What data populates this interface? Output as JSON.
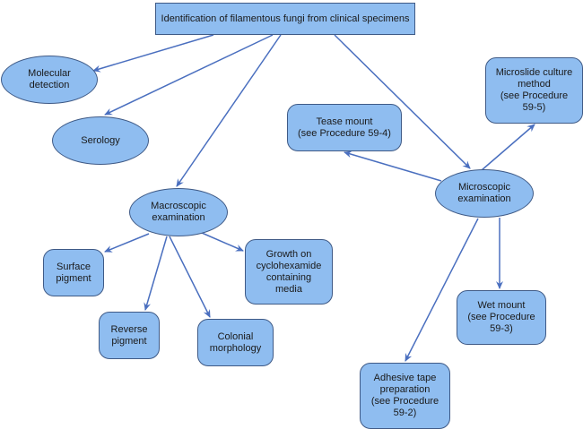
{
  "diagram": {
    "title": "Identification of filamentous fungi from clinical specimens",
    "colors": {
      "node_fill": "#8fbdf0",
      "node_border": "#3f5a86",
      "edge": "#4a6fbf"
    },
    "nodes": {
      "root": "Identification of filamentous fungi from clinical specimens",
      "molecular": "Molecular\ndetection",
      "serology": "Serology",
      "macroscopic": "Macroscopic\nexamination",
      "microscopic": "Microscopic\nexamination",
      "tease": "Tease mount\n(see Procedure 59-4)",
      "microslide": "Microslide culture\nmethod\n(see Procedure\n59-5)",
      "surface": "Surface\npigment",
      "reverse": "Reverse\npigment",
      "colonial": "Colonial\nmorphology",
      "growth": "Growth on\ncyclohexamide\ncontaining\nmedia",
      "wet": "Wet mount\n(see Procedure\n59-3)",
      "adhesive": "Adhesive tape\npreparation\n(see Procedure\n59-2)"
    },
    "edges": [
      {
        "from": "root",
        "to": "molecular"
      },
      {
        "from": "root",
        "to": "serology"
      },
      {
        "from": "root",
        "to": "macroscopic"
      },
      {
        "from": "root",
        "to": "microscopic"
      },
      {
        "from": "microscopic",
        "to": "tease"
      },
      {
        "from": "microscopic",
        "to": "microslide"
      },
      {
        "from": "microscopic",
        "to": "wet"
      },
      {
        "from": "microscopic",
        "to": "adhesive"
      },
      {
        "from": "macroscopic",
        "to": "surface"
      },
      {
        "from": "macroscopic",
        "to": "reverse"
      },
      {
        "from": "macroscopic",
        "to": "colonial"
      },
      {
        "from": "macroscopic",
        "to": "growth"
      }
    ]
  }
}
